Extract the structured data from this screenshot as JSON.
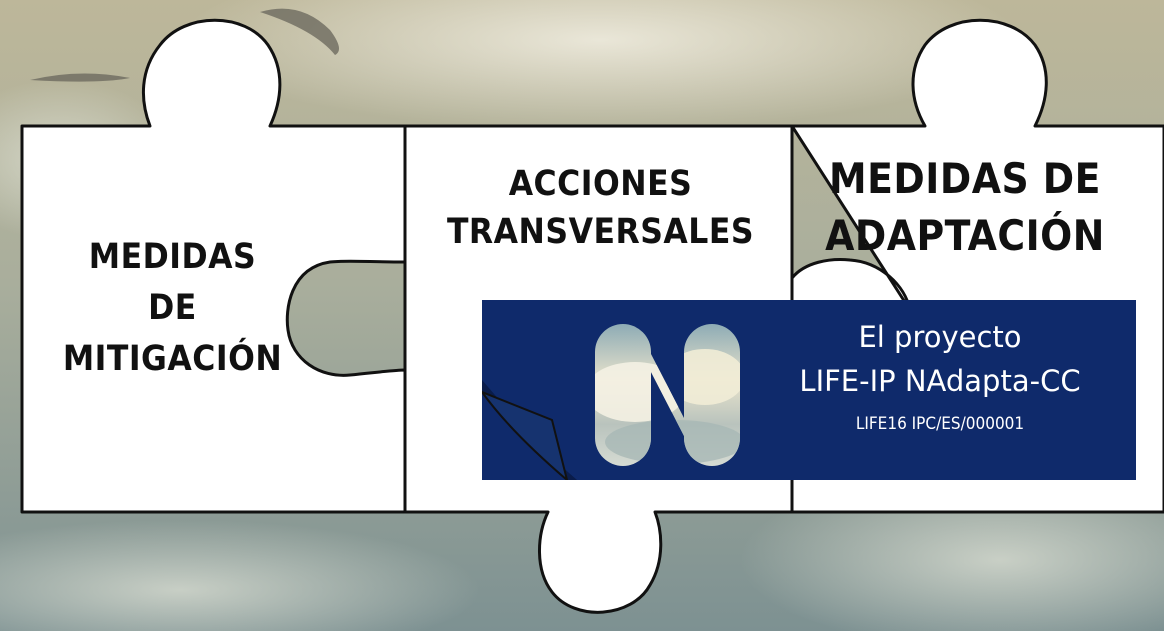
{
  "pieces": {
    "mitigacion": {
      "lines": [
        "MEDIDAS",
        "DE",
        "MITIGACIÓN"
      ]
    },
    "transversales": {
      "lines": [
        "ACCIONES",
        "TRANSVERSALES"
      ]
    },
    "adaptacion": {
      "lines": [
        "MEDIDAS DE",
        "ADAPTACIÓN"
      ]
    }
  },
  "banner": {
    "title_line1": "El proyecto",
    "title_line2": "LIFE-IP NAdapta-CC",
    "code": "LIFE16 IPC/ES/000001",
    "logo_icon": "n-letter-sky-logo-icon",
    "background_color": "#0f2a6b"
  },
  "colors": {
    "piece_fill": "#ffffff",
    "piece_stroke": "#111111",
    "text": "#111111",
    "banner_text": "#ffffff"
  }
}
